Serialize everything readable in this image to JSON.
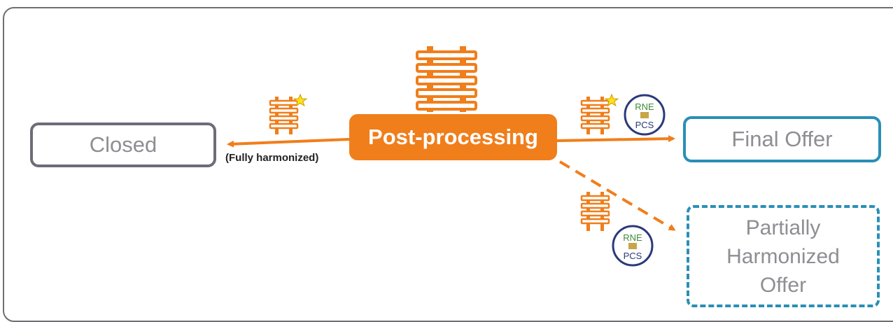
{
  "nodes": {
    "closed": "Closed",
    "post_processing": "Post-processing",
    "final_offer": "Final Offer",
    "partially_harmonized_offer": [
      "Partially",
      "Harmonized",
      "Offer"
    ]
  },
  "edge_labels": {
    "fully_harmonized": "(Fully harmonized)"
  },
  "logo_text": {
    "top": "RNE",
    "bottom": "PCS"
  },
  "icons": {
    "track": "railway-track-icon",
    "star": "star-icon",
    "logo": "rne-pcs-logo"
  },
  "colors": {
    "orange": "#f07e1b",
    "blue": "#2a8fb6",
    "gray": "#6d6d78",
    "text_gray": "#8e8e93",
    "logo_navy": "#2b3a7a",
    "logo_green": "#3f8a3a"
  }
}
